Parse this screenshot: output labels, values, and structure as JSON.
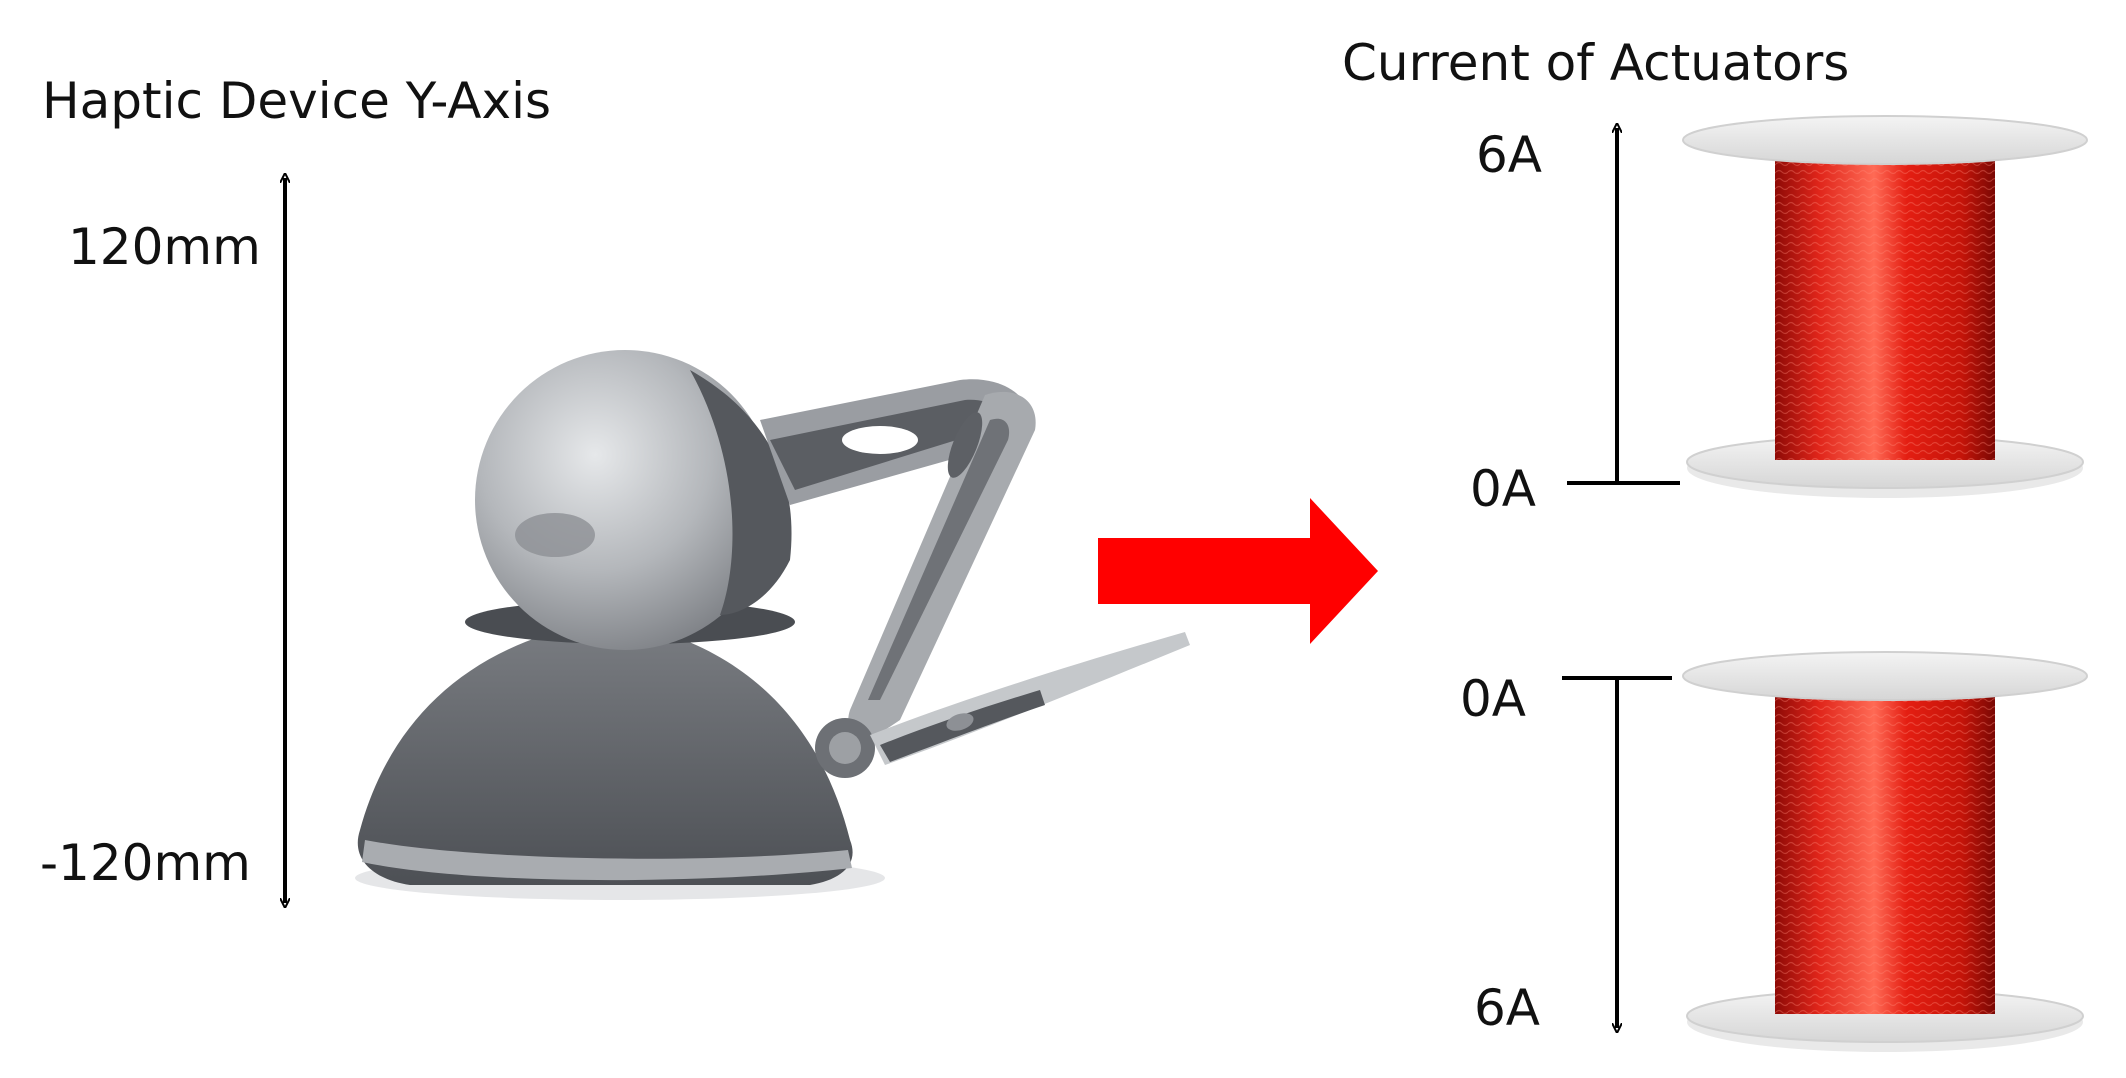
{
  "left_panel": {
    "title": "Haptic Device Y-Axis",
    "top_label": "120mm",
    "bottom_label": "-120mm"
  },
  "right_panel": {
    "title": "Current of Actuators",
    "upper_actuator": {
      "max_label": "6A",
      "zero_label": "0A"
    },
    "lower_actuator": {
      "zero_label": "0A",
      "max_label": "6A"
    }
  },
  "colors": {
    "mapping_arrow": "#ff0000",
    "coil_wire": "#d8160f",
    "device_body": "#6b6e73",
    "device_sphere": "#b4b7bb"
  },
  "icons": [
    "haptic-device-image",
    "wire-spool-image",
    "mapping-arrow-icon"
  ]
}
